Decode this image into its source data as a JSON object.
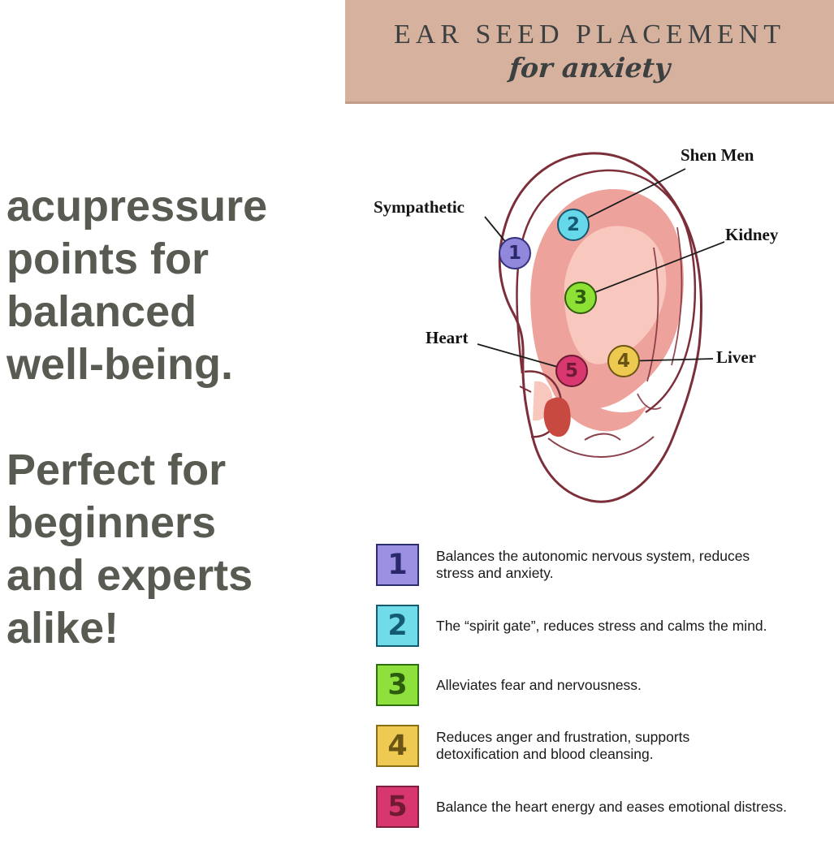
{
  "colors": {
    "header-bg": "#d5b19e",
    "header-text": "#3d4041",
    "intro-text": "#575b51",
    "ear-skin": "#f6b5ac",
    "ear-inner": "#eda29b",
    "ear-hi": "#f8c7be",
    "ear-outline": "#7c2e39",
    "ear-canal": "#c7493f",
    "leader-line": "#1c1c1c",
    "label-text": "#141414",
    "legend-text": "#1a1a1a"
  },
  "header": {
    "title": "EAR SEED PLACEMENT",
    "subtitle": "for anxiety"
  },
  "intro": {
    "block1": [
      "acupressure",
      "points for",
      "balanced",
      "well-being."
    ],
    "block2": [
      "Perfect for",
      "beginners",
      "and experts",
      "alike!"
    ]
  },
  "diagram": {
    "points": [
      {
        "n": "1",
        "label": "Sympathetic",
        "fill": "#9188dc",
        "border": "#33307e",
        "digit": "#2a2a6b"
      },
      {
        "n": "2",
        "label": "Shen Men",
        "fill": "#67d7ea",
        "border": "#17576d",
        "digit": "#155a73"
      },
      {
        "n": "3",
        "label": "Kidney",
        "fill": "#8ce134",
        "border": "#2f5b0d",
        "digit": "#2c5a0e"
      },
      {
        "n": "4",
        "label": "Liver",
        "fill": "#edc94f",
        "border": "#6d5513",
        "digit": "#6a5414"
      },
      {
        "n": "5",
        "label": "Heart",
        "fill": "#d8376f",
        "border": "#6d1a33",
        "digit": "#6e1a35"
      }
    ]
  },
  "legend": {
    "items": [
      {
        "n": "1",
        "line1": "Balances the autonomic nervous system, reduces",
        "line2": "stress and anxiety.",
        "fill": "#9c90e2",
        "border": "#2d2d72",
        "digit": "#28286a"
      },
      {
        "n": "2",
        "line1": "The “spirit gate”, reduces stress and calms the mind.",
        "fill": "#70dcea",
        "border": "#155a73",
        "digit": "#145a72"
      },
      {
        "n": "3",
        "line1": "Alleviates fear and nervousness.",
        "fill": "#8ee03c",
        "border": "#2f6e10",
        "digit": "#2c5c0e"
      },
      {
        "n": "4",
        "line1": "Reduces anger and frustration, supports",
        "line2": "detoxification and blood cleansing.",
        "fill": "#efca52",
        "border": "#8a6d14",
        "digit": "#6a5514"
      },
      {
        "n": "5",
        "line1": "Balance the heart energy and eases emotional distress.",
        "fill": "#d8366f",
        "border": "#7c1f3e",
        "digit": "#701a34"
      }
    ]
  }
}
